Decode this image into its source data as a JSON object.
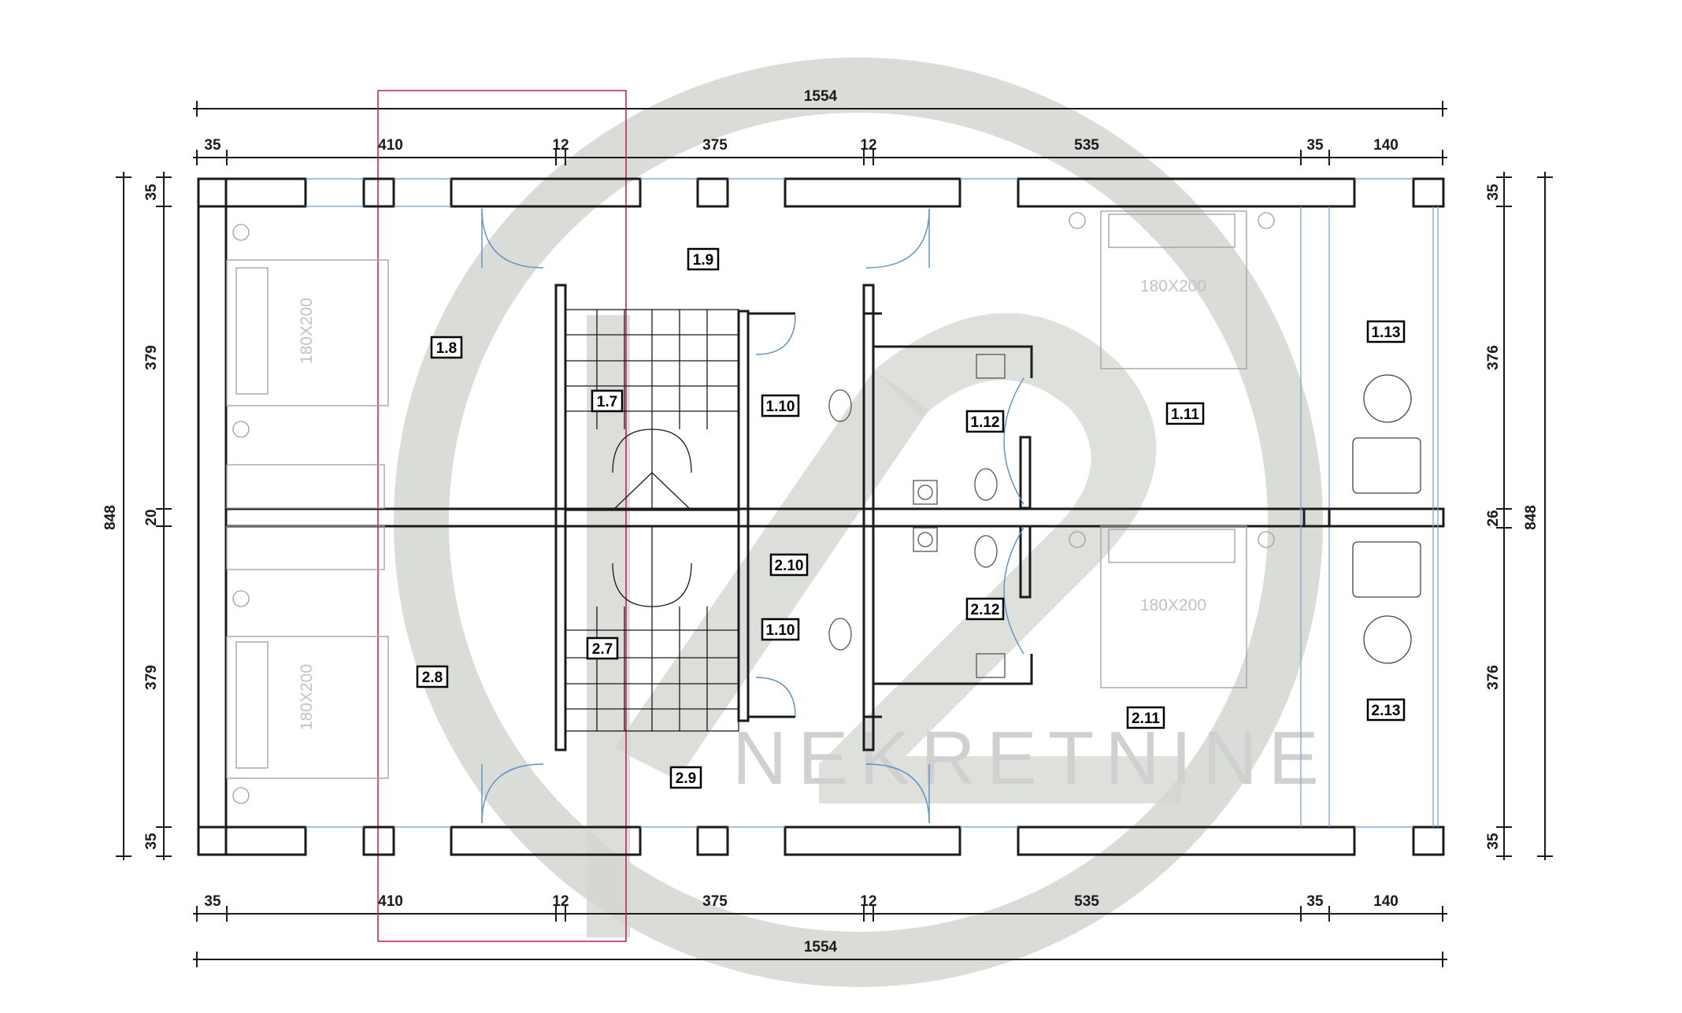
{
  "dimensions": {
    "top_total": "1554",
    "bottom_total": "1554",
    "top_segments": [
      "35",
      "410",
      "12",
      "375",
      "12",
      "535",
      "35",
      "140"
    ],
    "bottom_segments": [
      "35",
      "410",
      "12",
      "375",
      "12",
      "535",
      "35",
      "140"
    ],
    "left_segments": [
      "35",
      "379",
      "20",
      "379",
      "35"
    ],
    "left_total": "848",
    "right_segments": [
      "35",
      "376",
      "26",
      "376",
      "35"
    ],
    "right_total": "848"
  },
  "rooms": {
    "r1_8": "1.8",
    "r1_7": "1.7",
    "r1_9": "1.9",
    "r1_10": "1.10",
    "r1_12": "1.12",
    "r1_11": "1.11",
    "r1_13": "1.13",
    "r2_8": "2.8",
    "r2_7": "2.7",
    "r2_9": "2.9",
    "r2_10": "2.10",
    "r2_10b": "1.10",
    "r2_12": "2.12",
    "r2_11": "2.11",
    "r2_13": "2.13"
  },
  "beds": {
    "bed_top_left": "180X200",
    "bed_bottom_left": "180X200",
    "bed_top_right": "180X200",
    "bed_bottom_right": "180X200"
  },
  "watermark": {
    "brand_text": "NEKRETNINE"
  },
  "colors": {
    "wall": "#1a1a1a",
    "watermark": "#cfd2cc",
    "door_arc": "#5b8fc7",
    "accent_line": "#c2185b"
  }
}
